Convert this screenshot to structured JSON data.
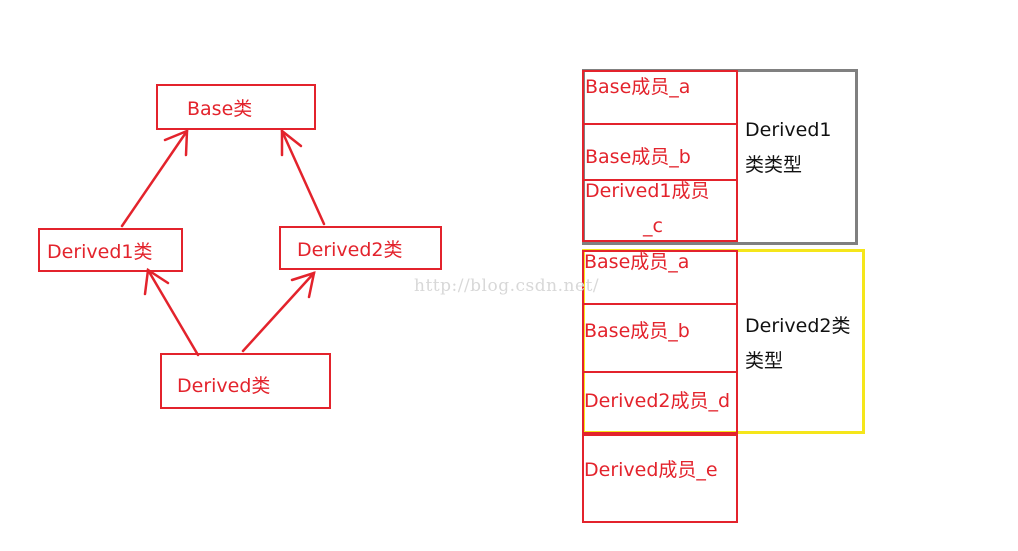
{
  "hierarchy": {
    "base_label": "Base类",
    "derived1_label": "Derived1类",
    "derived2_label": "Derived2类",
    "derived_label": "Derived类"
  },
  "layout": {
    "cells": [
      "Base成员_a",
      "Base成员_b",
      "Derived1成员",
      "_c",
      "Base成员_a",
      "Base成员_b",
      "Derived2成员_d",
      "Derived成员_e"
    ],
    "derived1_type_line1": "Derived1",
    "derived1_type_line2": "类类型",
    "derived2_type_line1": "Derived2类",
    "derived2_type_line2": "类型"
  },
  "watermark": "http://blog.csdn.net/",
  "colors": {
    "primary": "#e3232c",
    "derived1_outline": "#808080",
    "derived2_outline": "#f5e61a",
    "text_dark": "#111111"
  }
}
